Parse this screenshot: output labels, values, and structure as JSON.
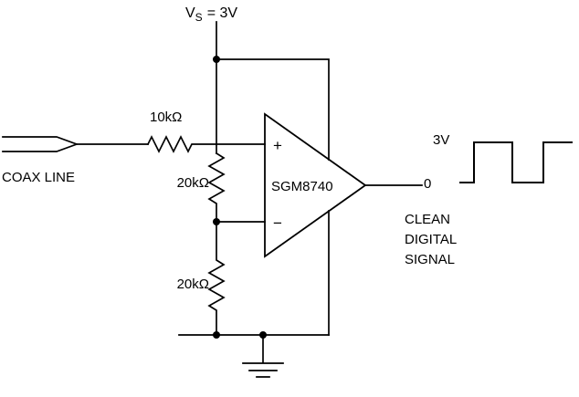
{
  "colors": {
    "background": "#ffffff",
    "line": "#000000",
    "text": "#000000"
  },
  "schematic": {
    "supply": {
      "v": "V",
      "sub": "S",
      "eq": "= 3V"
    },
    "input": {
      "connector_label": "COAX LINE",
      "series_resistor": "10kΩ"
    },
    "divider": {
      "r_top": "20kΩ",
      "r_bottom": "20kΩ"
    },
    "opamp": {
      "part": "SGM8740",
      "plus_input": "+",
      "minus_input": "−"
    },
    "output": {
      "high_level": "3V",
      "low_level": "0",
      "caption_lines": [
        "CLEAN",
        "DIGITAL",
        "SIGNAL"
      ]
    }
  }
}
